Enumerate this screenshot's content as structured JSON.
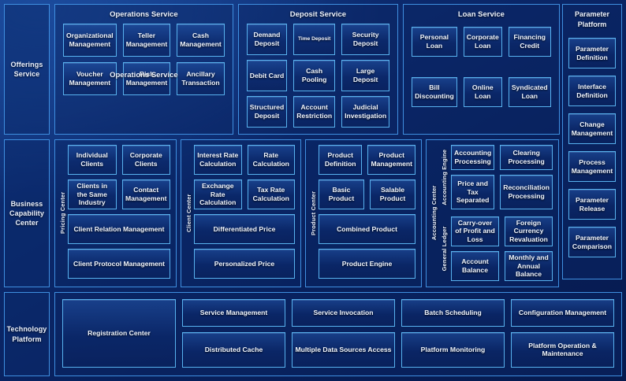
{
  "rows": [
    {
      "rail_label": "Offerings Service",
      "panels": [
        {
          "title": "Operations Service",
          "ghost_title": "Operations Service",
          "tiles": [
            "Organizational Management",
            "Teller Management",
            "Cash Management",
            "Voucher Management",
            "Risk Management",
            "Ancillary Transaction"
          ]
        },
        {
          "title": "Deposit Service",
          "tiles": [
            "Demand Deposit",
            "Time Deposit",
            "Security Deposit",
            "Debit Card",
            "Cash Pooling",
            "Large Deposit",
            "Structured Deposit",
            "Account Restriction",
            "Judicial Investigation"
          ],
          "small_tiles": [
            "Time Deposit"
          ]
        },
        {
          "title": "Loan Service",
          "tiles": [
            "Personal Loan",
            "Corporate Loan",
            "Financing Credit",
            "Bill Discounting",
            "Online Loan",
            "Syndicated Loan"
          ]
        }
      ]
    },
    {
      "rail_label": "Business Capability Center",
      "centers": [
        {
          "label": "Pricing Center",
          "pairs": [
            [
              "Individual Clients",
              "Corporate Clients"
            ],
            [
              "Clients in the Same Industry",
              "Contact Management"
            ]
          ],
          "wides": [
            "Client Relation Management",
            "Client Protocol Management"
          ]
        },
        {
          "label": "Client Center",
          "pairs": [
            [
              "Interest Rate Calculation",
              "Rate Calculation"
            ],
            [
              "Exchange Rate Calculation",
              "Tax Rate Calculation"
            ]
          ],
          "wides": [
            "Differentiated Price",
            "Personalized Price"
          ]
        },
        {
          "label": "Product Center",
          "pairs": [
            [
              "Product Definition",
              "Product Management"
            ],
            [
              "Basic Product",
              "Salable Product"
            ]
          ],
          "wides": [
            "Combined Product",
            "Product Engine"
          ]
        },
        {
          "label": "Accounting Center",
          "blocks": [
            {
              "label": "Accounting Engine",
              "tiles": [
                "Accounting Processing",
                "Clearing Processing",
                "Price and Tax Separated",
                "Reconciliation Processing"
              ]
            },
            {
              "label": "General Ledger",
              "tiles": [
                "Carry-over of Profit and Loss",
                "Foreign Currency Revaluation",
                "Account Balance",
                "Monthly and Annual Balance"
              ]
            }
          ]
        }
      ]
    },
    {
      "rail_label": "Technology Platform",
      "tech": {
        "registration": "Registration Center",
        "tiles": [
          "Service Management",
          "Service Invocation",
          "Batch Scheduling",
          "Configuration Management",
          "Distributed Cache",
          "Multiple Data Sources Access",
          "Platform Monitoring",
          "Platform Operation & Maintenance"
        ]
      }
    }
  ],
  "sidebar": {
    "title": "Parameter Platform",
    "items": [
      "Parameter Definition",
      "Interface Definition",
      "Change Management",
      "Process Management",
      "Parameter Release",
      "Parameter Comparison"
    ]
  },
  "colors": {
    "background": "#0a2060",
    "panel_border": "#3f8fe0",
    "tile_border": "#58b2ef",
    "text": "#f2f7ff"
  }
}
